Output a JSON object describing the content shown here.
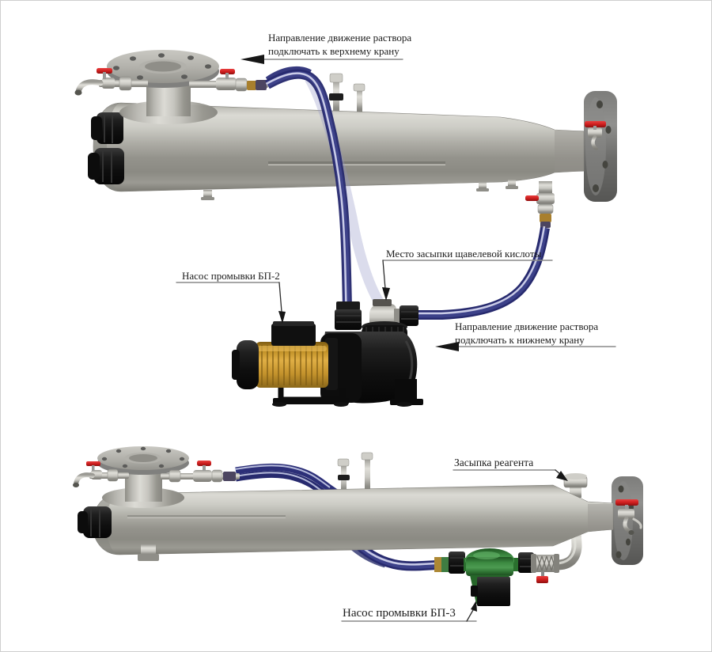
{
  "background_color": "#ffffff",
  "annotations": {
    "flow_top": {
      "line1": "Направление движение раствора",
      "line2": "подключать к верхнему крану",
      "arrow_direction": "left"
    },
    "acid_fill": {
      "text": "Место засыпки щавелевой кислоты",
      "arrow_direction": "down"
    },
    "pump_bp2": {
      "text": "Насос промывки БП-2",
      "arrow_direction": "down"
    },
    "flow_bottom": {
      "line1": "Направление движение раствора",
      "line2": "подключать к нижнему крану",
      "arrow_direction": "left"
    },
    "reagent_fill": {
      "text": "Засыпка реагента",
      "arrow_direction": "down-right"
    },
    "pump_bp3": {
      "text": "Насос промывки БП-3",
      "arrow_direction": "up-right"
    }
  },
  "colors": {
    "hose_blue": "#272a6e",
    "valve_red": "#cf1f1f",
    "pump_bp2_motor_gold": "#c8963a",
    "pump_bp3_green": "#2f7c34",
    "steel_light": "#d6d5cf",
    "steel_dark": "#8b8a83",
    "flange_gray": "#6e6e6c",
    "pump_housing_black": "#141414"
  }
}
